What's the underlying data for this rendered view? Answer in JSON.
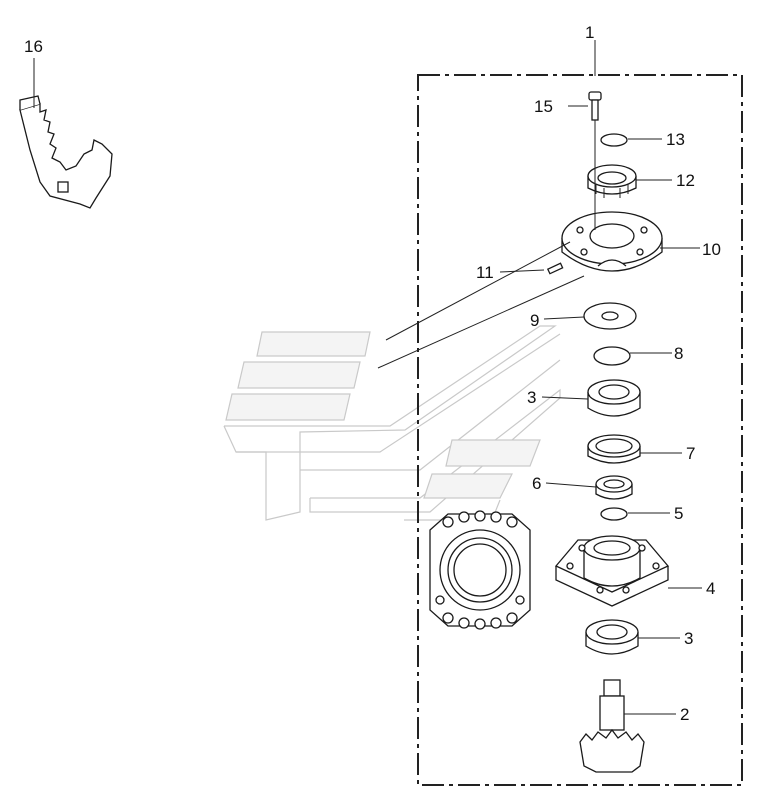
{
  "diagram": {
    "callouts": {
      "c1": "1",
      "c2": "2",
      "c3a": "3",
      "c3b": "3",
      "c4": "4",
      "c5": "5",
      "c6": "6",
      "c7": "7",
      "c8": "8",
      "c9": "9",
      "c10": "10",
      "c11": "11",
      "c12": "12",
      "c13": "13",
      "c15": "15",
      "c16": "16"
    }
  }
}
